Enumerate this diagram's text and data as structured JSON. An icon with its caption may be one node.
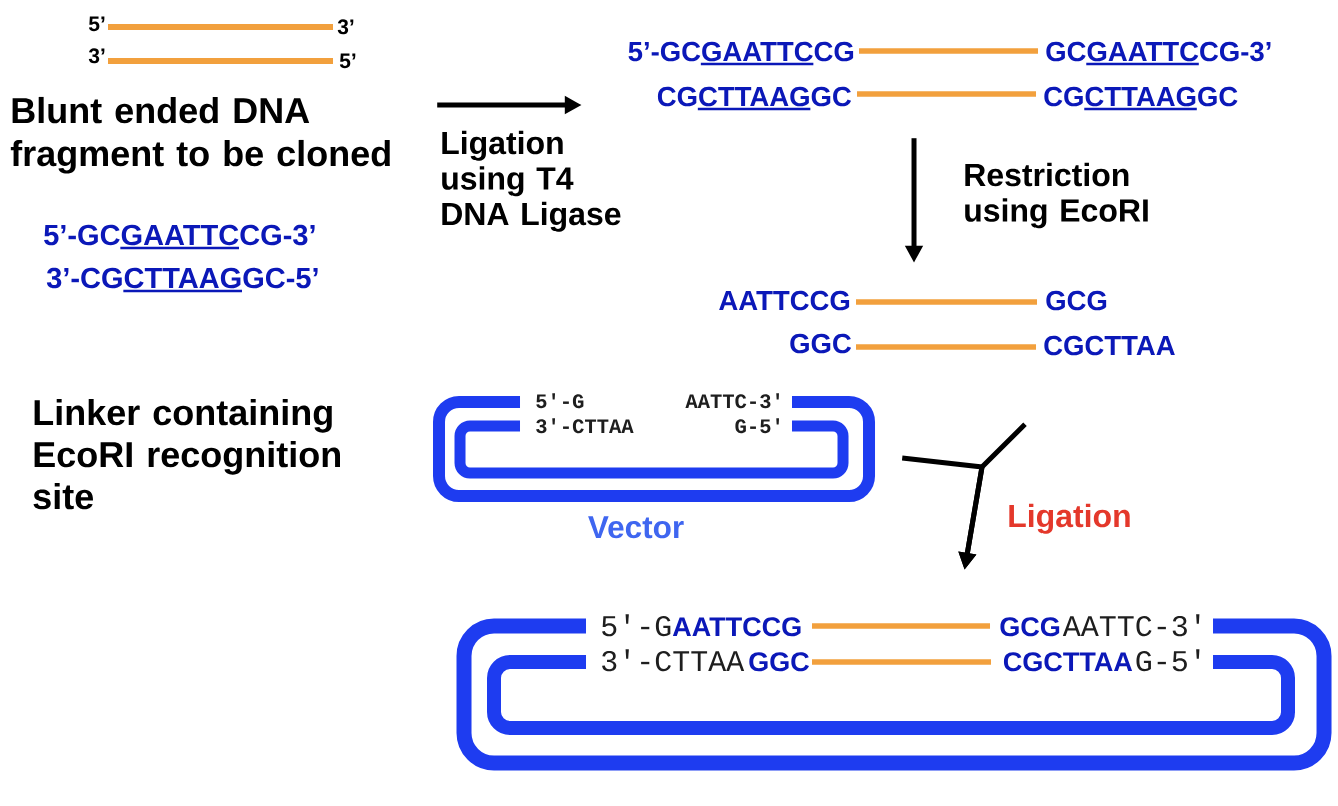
{
  "diagram": {
    "nodes": [
      {
        "text": [
          "5’",
          "3’",
          "3’",
          "5’",
          "Blunt ended DNA fragment to be cloned"
        ]
      },
      {
        "text": [
          "5’-GCGAATTCCG",
          "GCGAATTCCG-3’",
          "CGCTTAAGGC",
          "CGCTTAAGGC"
        ]
      },
      {
        "text": [
          "AATTCCG",
          "GCG",
          "GGC",
          "CGCTTAA"
        ]
      },
      {
        "text": [
          "5′-G",
          "AATTC-3′",
          "3′-CTTAA",
          "G-5′"
        ],
        "beside": [
          "Vector"
        ]
      },
      {
        "text": [
          "5′-G",
          "AATTCCG",
          "GCG",
          "AATTC-3′",
          "3′-CTTAA",
          "GGC",
          "CGCTTAA",
          "G-5′"
        ]
      }
    ],
    "edges": [
      {
        "from": 0,
        "to": 1,
        "arrow": "to",
        "label": "Ligation using T4 DNA Ligase"
      },
      {
        "from": 1,
        "to": 2,
        "arrow": "to",
        "label": "Restriction using EcoRI"
      },
      {
        "from": 2,
        "to": 4,
        "arrow": "to",
        "label": "Ligation"
      },
      {
        "from": 3,
        "to": 4,
        "arrow": "to"
      }
    ],
    "labels": [
      "5’-GCGAATTCCG-3’",
      "3’-CGCTTAAGGC-5’",
      "Linker containing EcoRI recognition site"
    ]
  }
}
